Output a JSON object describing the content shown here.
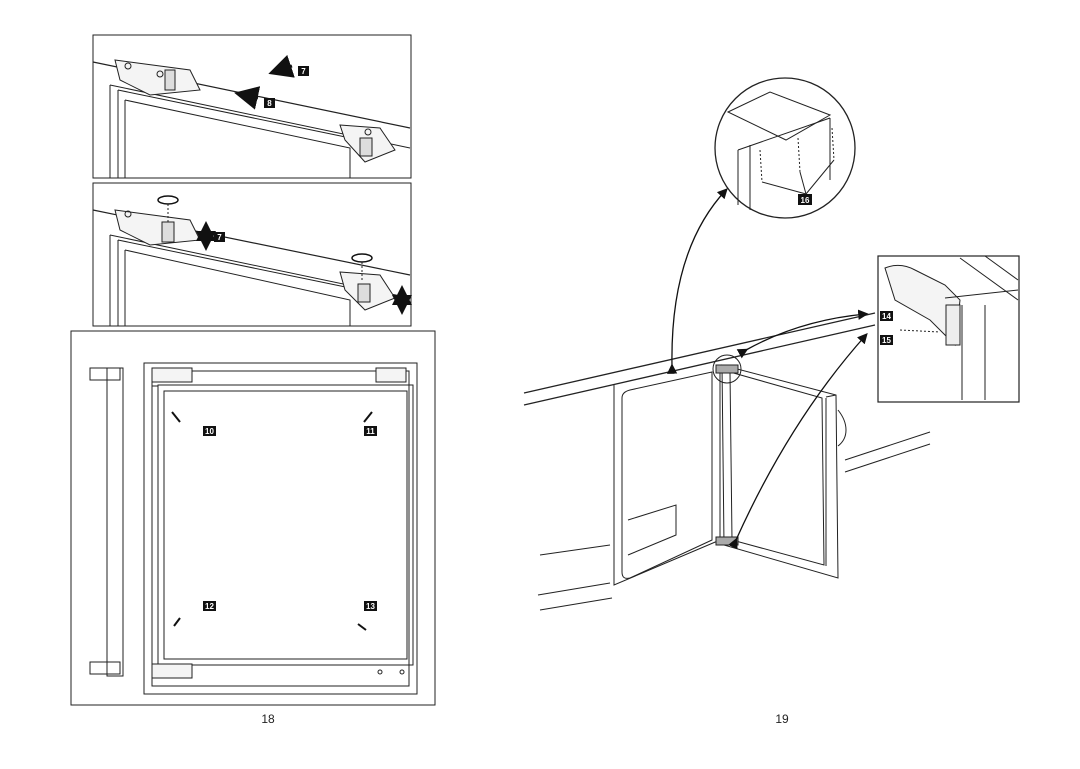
{
  "pages": {
    "left": {
      "number": "18"
    },
    "right": {
      "number": "19"
    }
  },
  "callouts": {
    "step_7a": "7",
    "step_8": "8",
    "step_7b": "7",
    "step_10": "10",
    "step_11": "11",
    "step_12": "12",
    "step_13": "13",
    "step_14": "14",
    "step_15": "15",
    "step_16": "16"
  },
  "colors": {
    "ink": "#111111",
    "badge": "#111111",
    "paper": "#ffffff"
  }
}
